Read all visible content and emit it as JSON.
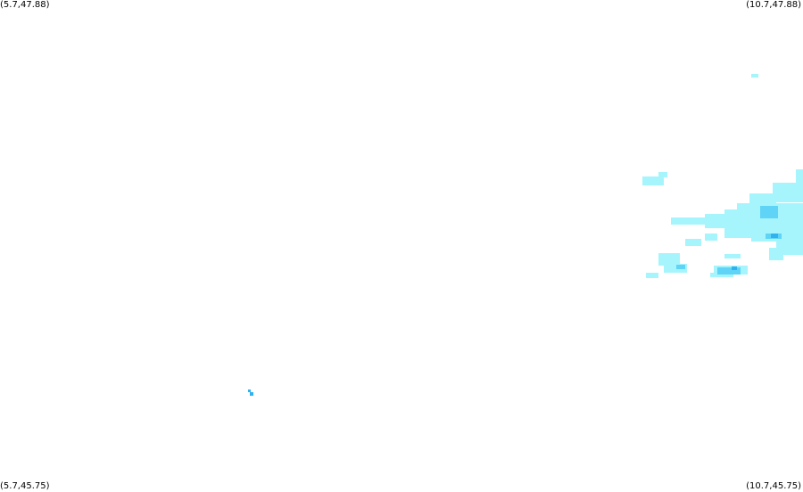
{
  "corners": {
    "nw": "(5.7,47.88)",
    "ne": "(10.7,47.88)",
    "sw": "(5.7,45.75)",
    "se": "(10.7,45.75)"
  },
  "colors": {
    "light": "#a6f5fd",
    "medium": "#5fd4f6",
    "dark": "#2fb2ee",
    "background": "#ffffff"
  }
}
